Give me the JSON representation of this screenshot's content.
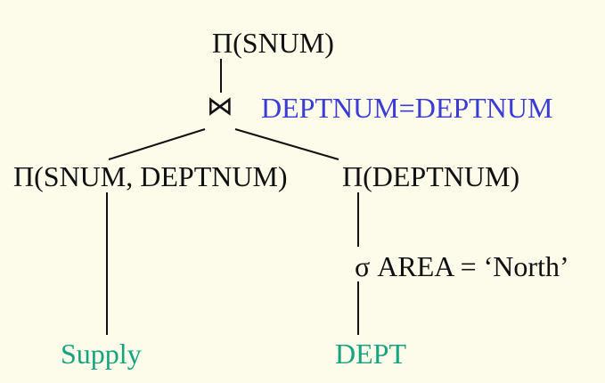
{
  "colors": {
    "background": "#fdfbea",
    "text": "#111111",
    "condition": "#3b3bd6",
    "relation": "#16a37f",
    "edge": "#111111"
  },
  "tree": {
    "root": "Π(SNUM)",
    "join": {
      "symbol": "⋈",
      "condition": "DEPTNUM=DEPTNUM"
    },
    "left_projection": "Π(SNUM, DEPTNUM)",
    "right_projection": "Π(DEPTNUM)",
    "selection": "σ AREA = ‘North’",
    "left_relation": "Supply",
    "right_relation": "DEPT"
  }
}
